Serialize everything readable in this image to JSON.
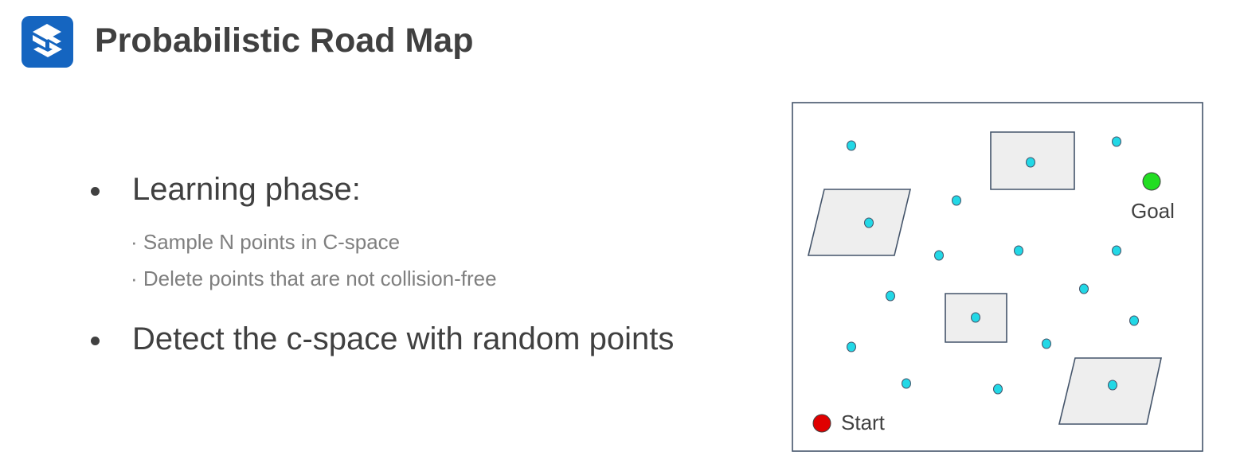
{
  "header": {
    "title": "Probabilistic Road Map",
    "logo_icon": "brand-logo-icon",
    "logo_color": "#1565c0"
  },
  "content": {
    "bullets": [
      {
        "text": "Learning phase:",
        "subitems": [
          "· Sample N points in C-space",
          "· Delete points that are not collision-free"
        ]
      },
      {
        "text": "Detect the c-space with random points",
        "subitems": []
      }
    ]
  },
  "diagram": {
    "start_label": "Start",
    "goal_label": "Goal",
    "colors": {
      "sample_point": "#22d8e6",
      "obstacle_fill": "#eeeeee",
      "obstacle_stroke": "#44546a",
      "start": "#e00000",
      "goal": "#22dd22",
      "border": "#44546a"
    }
  }
}
